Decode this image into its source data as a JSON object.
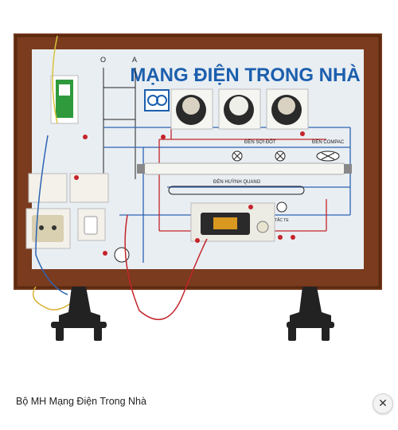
{
  "photo": {
    "board_title": "MẠNG ĐIỆN TRONG NHÀ",
    "switch_labels": [
      "O",
      "A"
    ],
    "label_incandescent": "ĐÈN SỢI ĐỐT",
    "label_compact": "ĐÈN COMPAC",
    "label_fluorescent": "ĐÈN HUỲNH QUANG",
    "label_starter": "TẮC TE"
  },
  "caption": "Bộ MH Mạng Điện Trong Nhà",
  "close_icon": "✕",
  "colors": {
    "frame": "#7a3b1e",
    "board": "#e9eef2",
    "title": "#1c5fae",
    "wire_red": "#c4242a",
    "wire_blue": "#2d63b3",
    "stand": "#222222"
  }
}
